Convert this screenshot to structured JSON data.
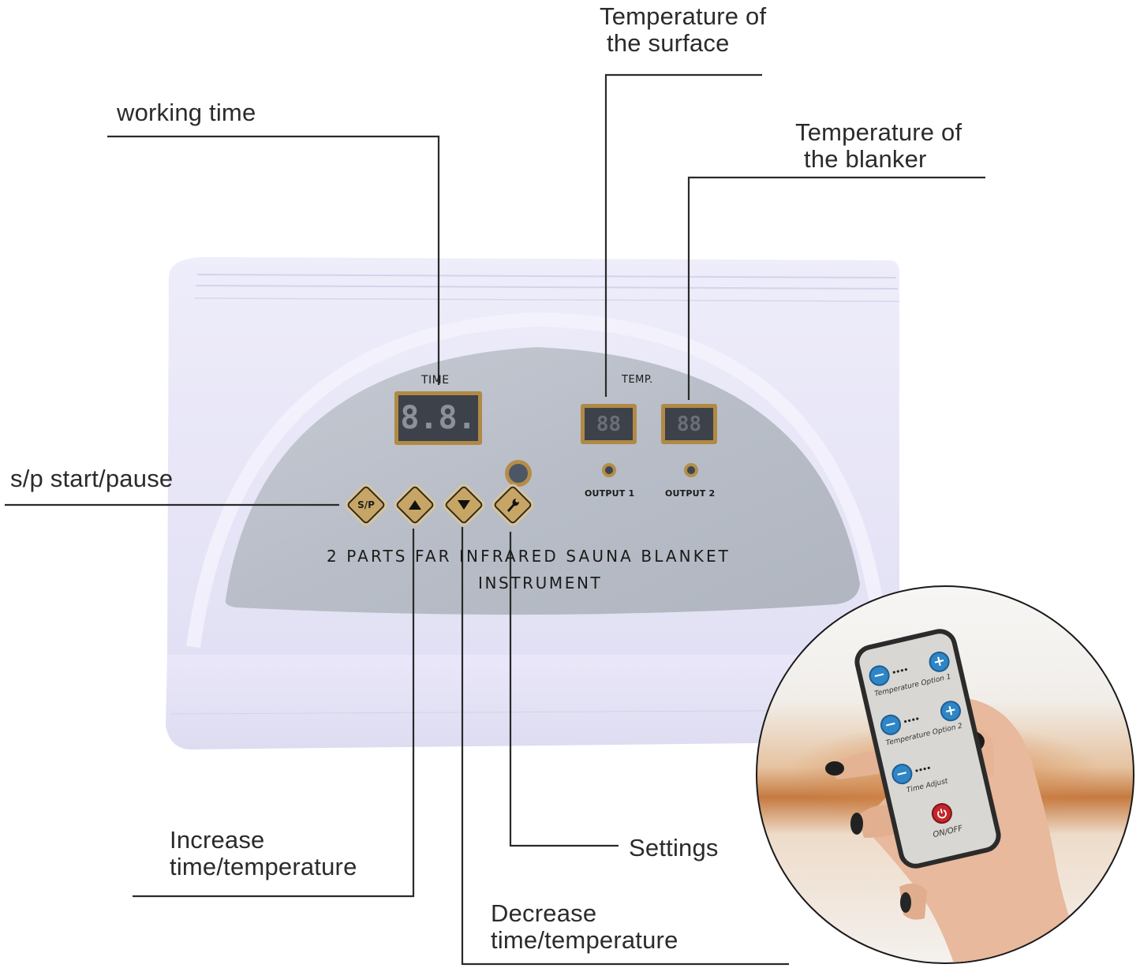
{
  "callouts": {
    "working_time": "working time",
    "surface_temp": {
      "line1": "Temperature of",
      "line2": "the surface"
    },
    "blanket_temp": {
      "line1": "Temperature of",
      "line2": "the blanker"
    },
    "start_pause": "s/p start/pause",
    "increase": {
      "line1": "Increase",
      "line2": "time/temperature"
    },
    "settings": "Settings",
    "decrease": {
      "line1": "Decrease",
      "line2": "time/temperature"
    }
  },
  "panel": {
    "time_label": "TIME",
    "temp_label": "TEMP.",
    "time_display": "8.8.",
    "temp_display_1": "88",
    "temp_display_2": "88",
    "output_1": "OUTPUT 1",
    "output_2": "OUTPUT 2",
    "product_line1": "2 PARTS FAR INFRARED SAUNA BLANKET",
    "product_line2": "INSTRUMENT",
    "buttons": {
      "start_pause": "S/P",
      "up_icon": "triangle-up-icon",
      "down_icon": "triangle-down-icon",
      "settings_icon": "wrench-icon"
    }
  },
  "remote": {
    "row1_label": "Temperature Option 1",
    "row2_label": "Temperature Option 2",
    "row3_label": "Time Adjust",
    "power_label": "ON/OFF",
    "minus": "−",
    "plus": "+",
    "dots": "••••"
  },
  "colors": {
    "device_body": "#e4e2f6",
    "panel_gray": "#b3b8c2",
    "button_gold": "#c7a565",
    "remote_blue": "#2f86c6",
    "power_red": "#c3272b",
    "leader_line": "#2a2a2a"
  }
}
